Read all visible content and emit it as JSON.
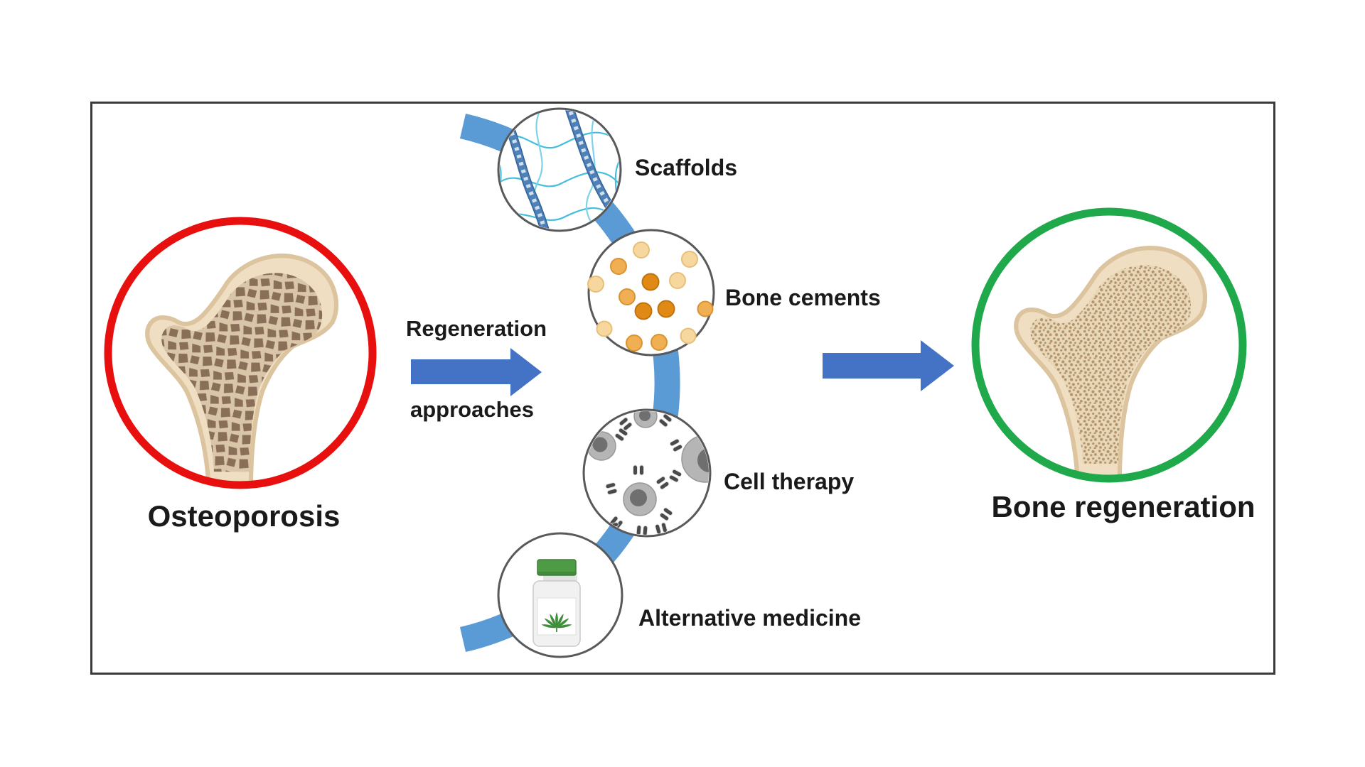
{
  "figure": {
    "type": "flow-diagram",
    "start": {
      "label": "Osteoporosis",
      "ring_color": "#E8100E",
      "icon": "osteoporotic-bone-illustration"
    },
    "end": {
      "label": "Bone regeneration",
      "ring_color": "#1FA94A",
      "icon": "healthy-bone-illustration"
    },
    "arrow_label": {
      "line1": "Regeneration",
      "line2": "approaches"
    },
    "nodes": [
      {
        "label": "Scaffolds",
        "icon": "scaffold-mesh-icon"
      },
      {
        "label": "Bone cements",
        "icon": "bone-cement-granules-icon"
      },
      {
        "label": "Cell therapy",
        "icon": "stem-cell-icon"
      },
      {
        "label": "Alternative medicine",
        "icon": "medicine-bottle-cannabis-icon"
      }
    ]
  },
  "colors": {
    "frame_border": "#3A3A3A",
    "connector_blue": "#5B9BD5",
    "arrow_blue": "#4472C4",
    "node_outline_gray": "#58595B",
    "text_black": "#1A1A1A",
    "ring_red": "#E8100E",
    "ring_green": "#1FA94A",
    "bone_cortical": "#EFDEC2",
    "bone_trabecular_dark": "#8A6F58",
    "bone_channel_light": "#D9C5A8",
    "scaffold_fiber_blue": "#4D81B7",
    "scaffold_mesh_cyan": "#45BEDE",
    "cement_light": "#F6D79E",
    "cement_medium": "#EFAF52",
    "cement_dark": "#E08A15",
    "cell_body_gray": "#B5B5B5",
    "cell_nucleus_gray": "#6F6F6F",
    "bottle_cap_green": "#4E9B46",
    "leaf_green": "#3E8E3B"
  }
}
